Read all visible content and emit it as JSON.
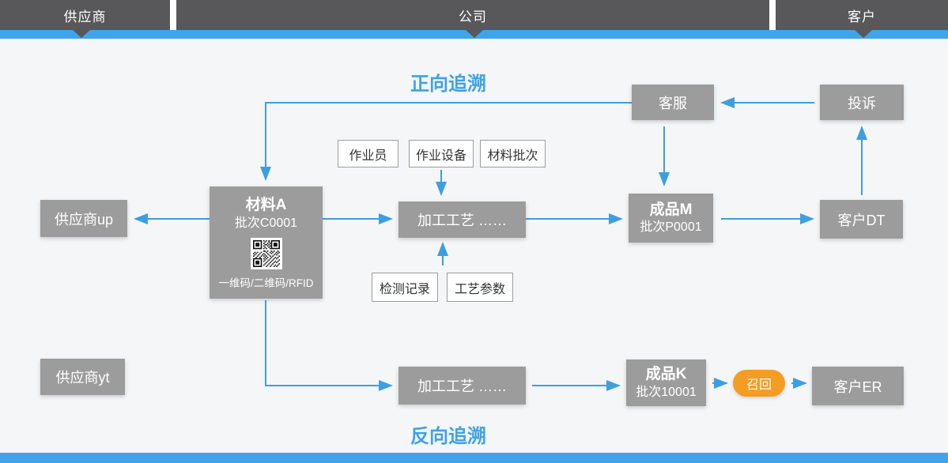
{
  "header": {
    "sections": [
      {
        "label": "供应商"
      },
      {
        "label": "公司"
      },
      {
        "label": "客户"
      }
    ]
  },
  "titles": {
    "forward": "正向追溯",
    "backward": "反向追溯"
  },
  "nodes": {
    "customer_service": {
      "label": "客服"
    },
    "complaint": {
      "label": "投诉"
    },
    "supplier_up": {
      "label": "供应商up"
    },
    "supplier_yt": {
      "label": "供应商yt"
    },
    "material_a": {
      "title": "材料A",
      "batch": "批次C0001",
      "code_caption": "一维码/二维码/RFID"
    },
    "process_top": {
      "label": "加工工艺  ……"
    },
    "process_bottom": {
      "label": "加工工艺  ……"
    },
    "product_m": {
      "title": "成品M",
      "batch": "批次P0001"
    },
    "product_k": {
      "title": "成品K",
      "batch": "批次10001"
    },
    "customer_dt": {
      "label": "客户DT"
    },
    "customer_er": {
      "label": "客户ER"
    },
    "recall": {
      "label": "召回"
    }
  },
  "tags": {
    "operator": "作业员",
    "equipment": "作业设备",
    "material_batch": "材料批次",
    "inspection": "检测记录",
    "process_params": "工艺参数"
  },
  "colors": {
    "header_bg": "#58585b",
    "band_blue": "#3fa4e9",
    "canvas_bg": "#f5f6f7",
    "node_gray": "#9c9c9c",
    "arrow_blue": "#3d9fe0",
    "title_blue": "#3ea2e8",
    "recall_orange": "#f59c23",
    "tag_border": "#9d9d9d",
    "tag_text": "#333333"
  }
}
